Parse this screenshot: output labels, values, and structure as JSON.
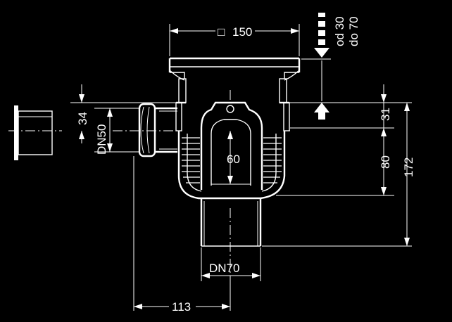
{
  "drawing": {
    "background_color": "#000000",
    "line_color": "#ffffff",
    "labels": {
      "top_width": "150",
      "top_width_symbol": "□",
      "height_range_od": "od 30",
      "height_range_do": "do 70",
      "inlet_offset": "34",
      "side_inlet": "DN50",
      "water_seal": "60",
      "dim_31": "31",
      "dim_80": "80",
      "dim_172": "172",
      "outlet": "DN70",
      "horizontal_offset": "113"
    }
  }
}
